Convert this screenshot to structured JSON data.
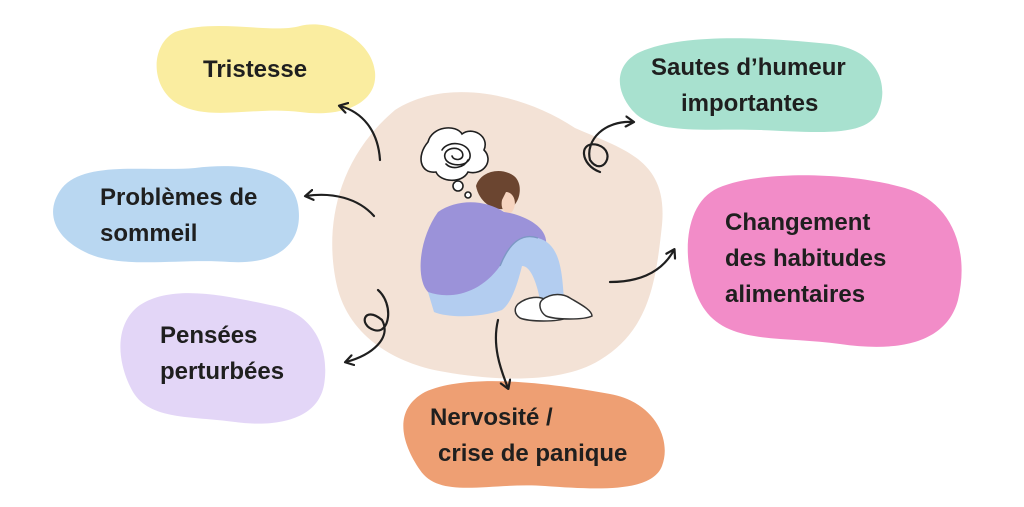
{
  "colors": {
    "center_blob": "#f3e2d6",
    "tristesse": "#faeda0",
    "sommeil": "#b9d7f1",
    "pensees": "#e3d6f7",
    "humeur": "#a8e1cf",
    "alimentaire": "#f28cc8",
    "nervosite": "#ee9f73",
    "arrow": "#1f1f1f",
    "sweater": "#9b92d9",
    "jeans": "#b3cdf0",
    "hair": "#6b4530"
  },
  "icons": [
    "thought-bubble-icon",
    "person-sitting-illustration"
  ],
  "labels": {
    "tristesse": {
      "line1": "Tristesse"
    },
    "sommeil": {
      "line1": "Problèmes de",
      "line2": "sommeil"
    },
    "pensees": {
      "line1": "Pensées",
      "line2": "perturbées"
    },
    "humeur": {
      "line1": "Sautes d’humeur",
      "line2": "importantes"
    },
    "alimentaire": {
      "line1": "Changement",
      "line2": "des habitudes",
      "line3": "alimentaires"
    },
    "nervosite": {
      "line1": "Nervosité /",
      "line2": "crise de  panique"
    }
  }
}
